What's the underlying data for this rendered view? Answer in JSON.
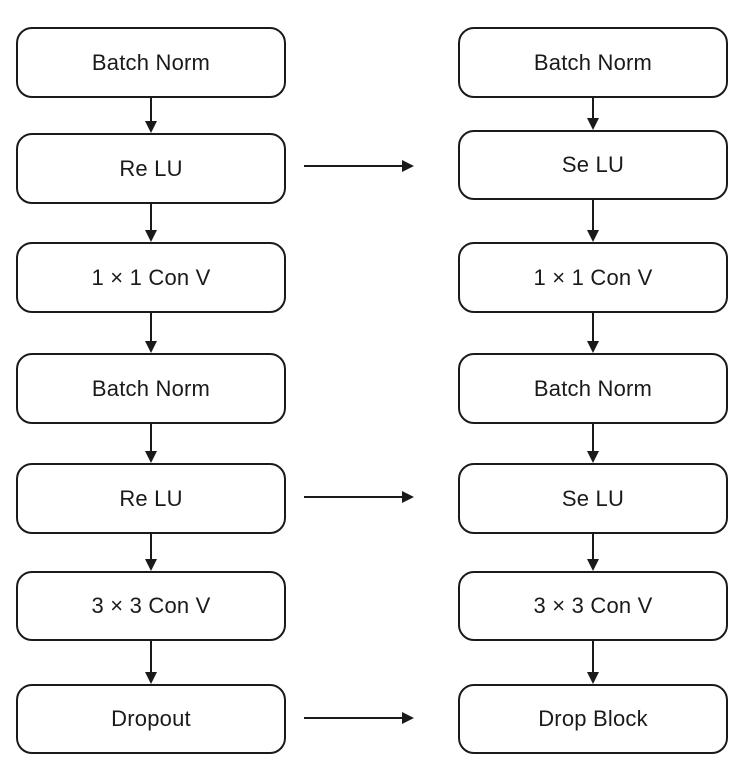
{
  "left_column": {
    "nodes": [
      {
        "label": "Batch Norm"
      },
      {
        "label": "Re LU"
      },
      {
        "label": "1 × 1 Con V"
      },
      {
        "label": "Batch Norm"
      },
      {
        "label": "Re LU"
      },
      {
        "label": "3 × 3 Con V"
      },
      {
        "label": "Dropout"
      }
    ]
  },
  "right_column": {
    "nodes": [
      {
        "label": "Batch Norm"
      },
      {
        "label": "Se LU"
      },
      {
        "label": "1 × 1 Con V"
      },
      {
        "label": "Batch Norm"
      },
      {
        "label": "Se LU"
      },
      {
        "label": "3 × 3 Con V"
      },
      {
        "label": "Drop Block"
      }
    ]
  },
  "replacements": [
    {
      "from": "Re LU",
      "to": "Se LU"
    },
    {
      "from": "Re LU",
      "to": "Se LU"
    },
    {
      "from": "Dropout",
      "to": "Drop Block"
    }
  ],
  "colors": {
    "stroke": "#1a1a1a",
    "background": "#ffffff"
  }
}
